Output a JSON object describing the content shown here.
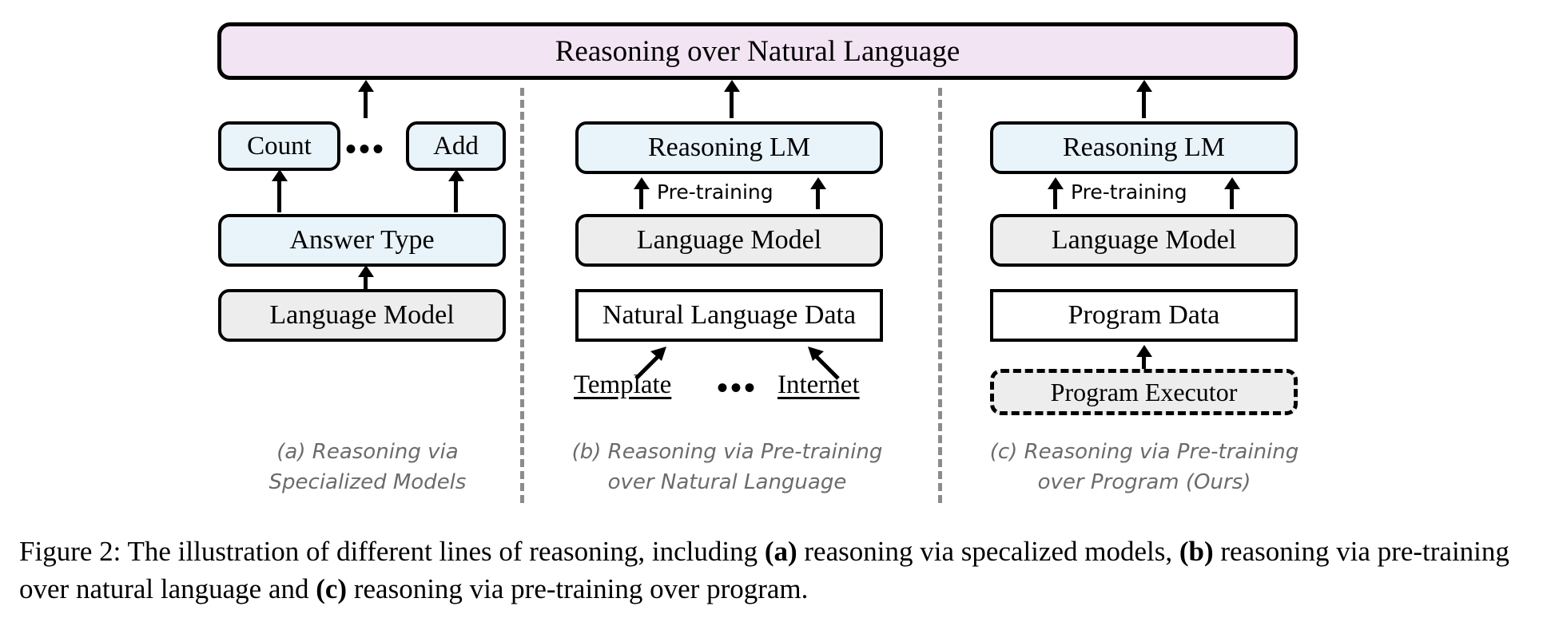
{
  "figure": {
    "banner": {
      "label": "Reasoning over Natural Language"
    },
    "columns": [
      {
        "id": "a",
        "caption_line1": "(a) Reasoning via",
        "caption_line2": "Specialized Models",
        "boxes": [
          {
            "name": "count",
            "label": "Count",
            "style": "rounded-blue"
          },
          {
            "name": "add",
            "label": "Add",
            "style": "rounded-blue"
          },
          {
            "name": "answer-type",
            "label": "Answer Type",
            "style": "rounded-blue"
          },
          {
            "name": "language-model",
            "label": "Language Model",
            "style": "rounded-gray"
          }
        ],
        "ellipsis": "•••"
      },
      {
        "id": "b",
        "caption_line1": "(b) Reasoning via Pre-training",
        "caption_line2": "over Natural Language",
        "boxes": [
          {
            "name": "reasoning-lm",
            "label": "Reasoning LM",
            "style": "rounded-blue"
          },
          {
            "name": "language-model",
            "label": "Language Model",
            "style": "rounded-gray"
          },
          {
            "name": "natural-language-data",
            "label": "Natural Language Data",
            "style": "sharp-white"
          }
        ],
        "edge_label": "Pre-training",
        "sources": [
          {
            "name": "template",
            "label": "Template"
          },
          {
            "name": "internet",
            "label": "Internet"
          }
        ],
        "ellipsis": "•••"
      },
      {
        "id": "c",
        "caption_line1": "(c) Reasoning via Pre-training",
        "caption_line2": "over Program (Ours)",
        "boxes": [
          {
            "name": "reasoning-lm",
            "label": "Reasoning LM",
            "style": "rounded-blue"
          },
          {
            "name": "language-model",
            "label": "Language Model",
            "style": "rounded-gray"
          },
          {
            "name": "program-data",
            "label": "Program Data",
            "style": "sharp-white"
          },
          {
            "name": "program-executor",
            "label": "Program Executor",
            "style": "dashed-gray"
          }
        ],
        "edge_label": "Pre-training"
      }
    ],
    "caption": {
      "prefix": "Figure 2:",
      "part1": " The illustration of different lines of reasoning, including ",
      "b1": "(a)",
      "part2": " reasoning via specalized models, ",
      "b2": "(b)",
      "part3": " reasoning via pre-training over natural language and ",
      "b3": "(c)",
      "part4": " reasoning via pre-training over program."
    },
    "colors": {
      "blue_fill": "#e8f3fa",
      "gray_fill": "#ededed",
      "lavender_fill": "#f2e4f2",
      "stroke": "#000000",
      "separator": "#8c8c8c",
      "caption_gray": "#6b6b6b"
    }
  }
}
